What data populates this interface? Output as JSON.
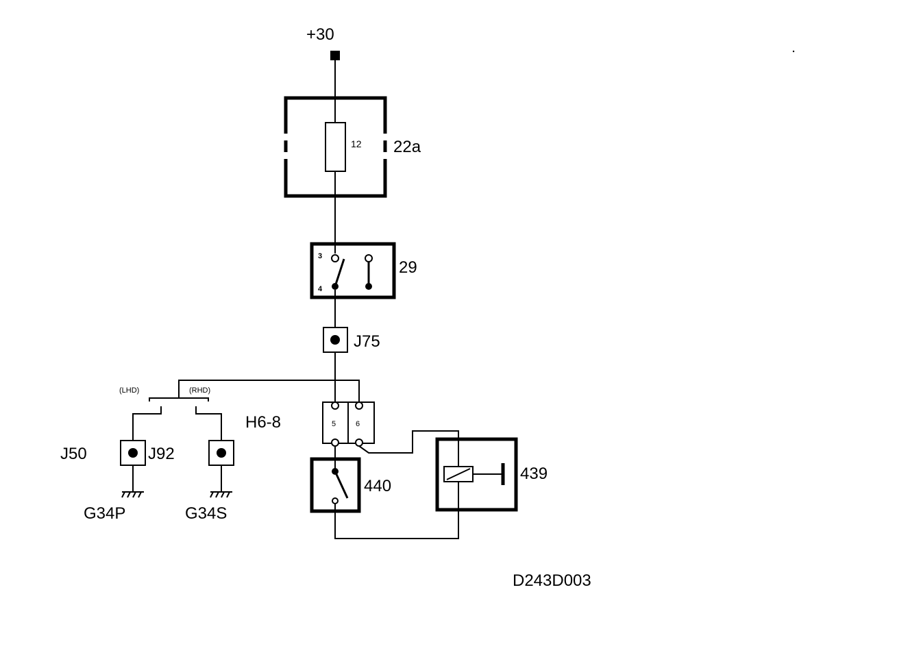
{
  "diagram_code": "D243D003",
  "supply": {
    "label": "+30"
  },
  "fuse_box": {
    "ref": "22a",
    "fuse_number": "12"
  },
  "switch_29": {
    "ref": "29",
    "pin_top": "3",
    "pin_bottom": "4"
  },
  "connector_j75": {
    "ref": "J75"
  },
  "connector_h6_8": {
    "ref": "H6-8",
    "pin_left": "5",
    "pin_right": "6"
  },
  "variants": {
    "lhd": "(LHD)",
    "rhd": "(RHD)"
  },
  "connector_j50": {
    "ref": "J50"
  },
  "connector_j92": {
    "ref": "J92"
  },
  "ground_g34p": {
    "ref": "G34P"
  },
  "ground_g34s": {
    "ref": "G34S"
  },
  "switch_440": {
    "ref": "440"
  },
  "actuator_439": {
    "ref": "439"
  }
}
